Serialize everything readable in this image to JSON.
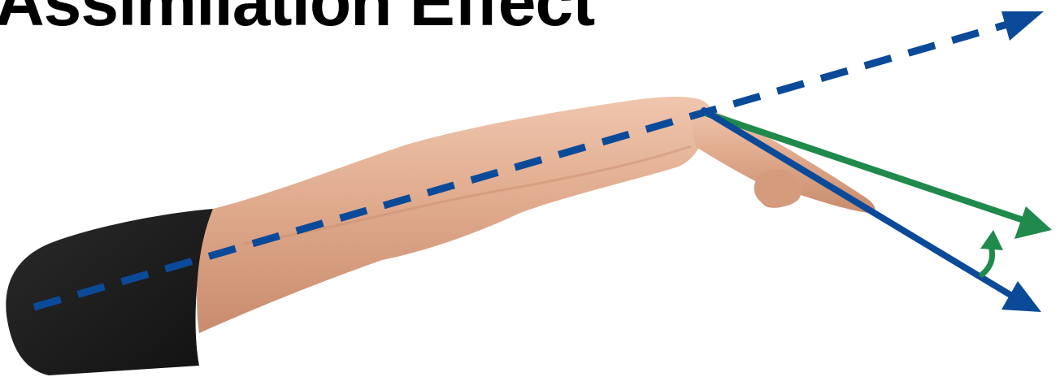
{
  "title": "Assimilation Effect",
  "colors": {
    "background": "#ffffff",
    "title_text": "#000000",
    "sleeve": "#1c1c1c",
    "skin": "#e0aa8d",
    "skin_shadow": "#c88c6d",
    "skin_highlight": "#efc6ae",
    "forearm_axis_dashed": "#0b4a99",
    "actual_hand_direction": "#0b4a99",
    "perceived_hand_direction": "#1f8a4c",
    "shift_arrow": "#1f8a4c"
  },
  "elements": [
    {
      "name": "forearm-axis-dashed-arrow",
      "style": "dashed",
      "color_key": "forearm_axis_dashed"
    },
    {
      "name": "actual-hand-direction-arrow",
      "style": "solid",
      "color_key": "actual_hand_direction"
    },
    {
      "name": "perceived-hand-direction-arrow",
      "style": "solid",
      "color_key": "perceived_hand_direction"
    },
    {
      "name": "assimilation-shift-curved-arrow",
      "style": "curved",
      "color_key": "shift_arrow"
    }
  ]
}
